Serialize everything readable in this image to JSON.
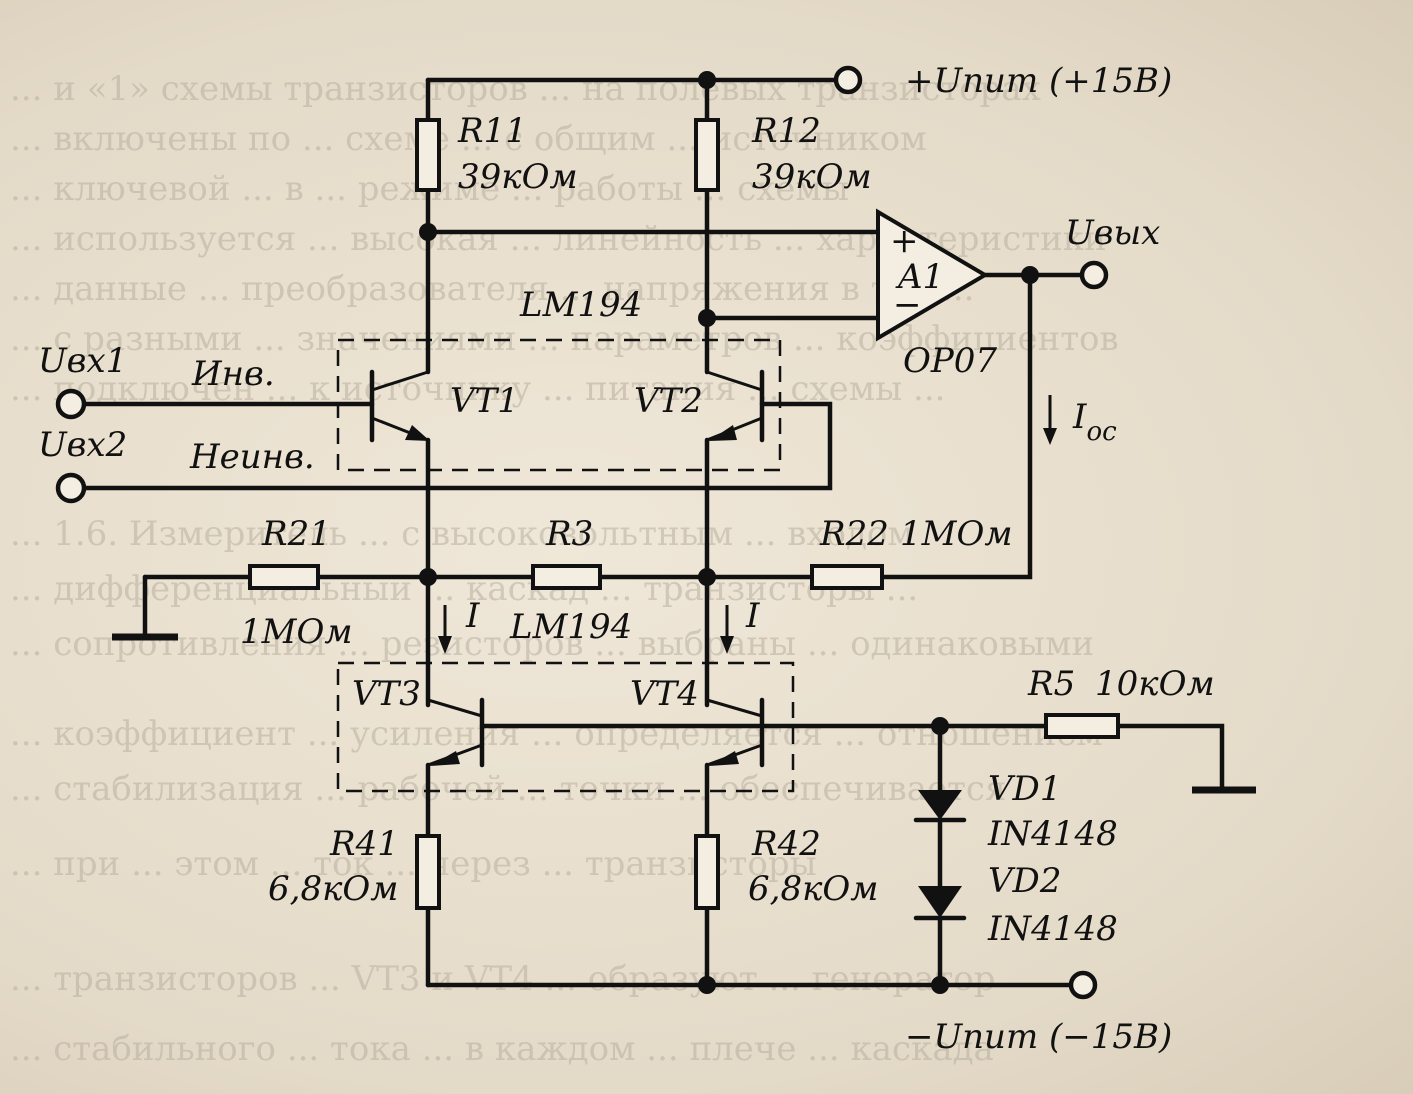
{
  "background_text": [
    "... и «1» схемы транзисторов ... на полевых транзисторах",
    "... включены по ... схеме ... с общим ... источником",
    "... ключевой ... в ... режиме ... работы ... схемы",
    "... используется ... высокая ... линейность ... характеристики",
    "... данные ... преобразователя ... напряжения в ток ...",
    "... с разными ... значениями ... параметров ... коэффициентов",
    "... подключен ... к источнику ... питания ... схемы ...",
    "... 1.6. Измеритель ... с высоковольтным ... входом",
    "... дифференциальный ... каскад ... транзисторы ...",
    "... сопротивления ... резисторов ... выбраны ... одинаковыми",
    "... коэффициент ... усиления ... определяется ... отношением",
    "... стабилизация ... рабочей ... точки ... обеспечивается",
    "... при ... этом ... ток ... через ... транзисторы",
    "... транзисторов ... VT3 и VT4 ... образуют ... генератор",
    "... стабильного ... тока ... в каждом ... плече ... каскада"
  ],
  "schematic": {
    "supply_pos": "+Uпит  (+15В)",
    "supply_neg": "−Uпит  (−15В)",
    "out": "Uвых",
    "in1": "Uвх1",
    "in2": "Uвх2",
    "inv": "Инв.",
    "noninv": "Неинв.",
    "ioc": "I",
    "ioc_sub": "ос",
    "i_left": "I",
    "i_right": "I",
    "r11": "R11",
    "r11_val": "39кОм",
    "r12": "R12",
    "r12_val": "39кОм",
    "r21": "R21",
    "r21_val": "1МОм",
    "r3": "R3",
    "r22": "R22",
    "r22_val": "1МОм",
    "r41": "R41",
    "r41_val": "6,8кОм",
    "r42": "R42",
    "r42_val": "6,8кОм",
    "r5": "R5",
    "r5_val": "10кОм",
    "lm194_top": "LM194",
    "lm194_bottom": "LM194",
    "vt1": "VT1",
    "vt2": "VT2",
    "vt3": "VT3",
    "vt4": "VT4",
    "a1": "A1",
    "op": "OP07",
    "plus": "+",
    "minus": "−",
    "vd1": "VD1",
    "vd1_part": "IN4148",
    "vd2": "VD2",
    "vd2_part": "IN4148"
  }
}
